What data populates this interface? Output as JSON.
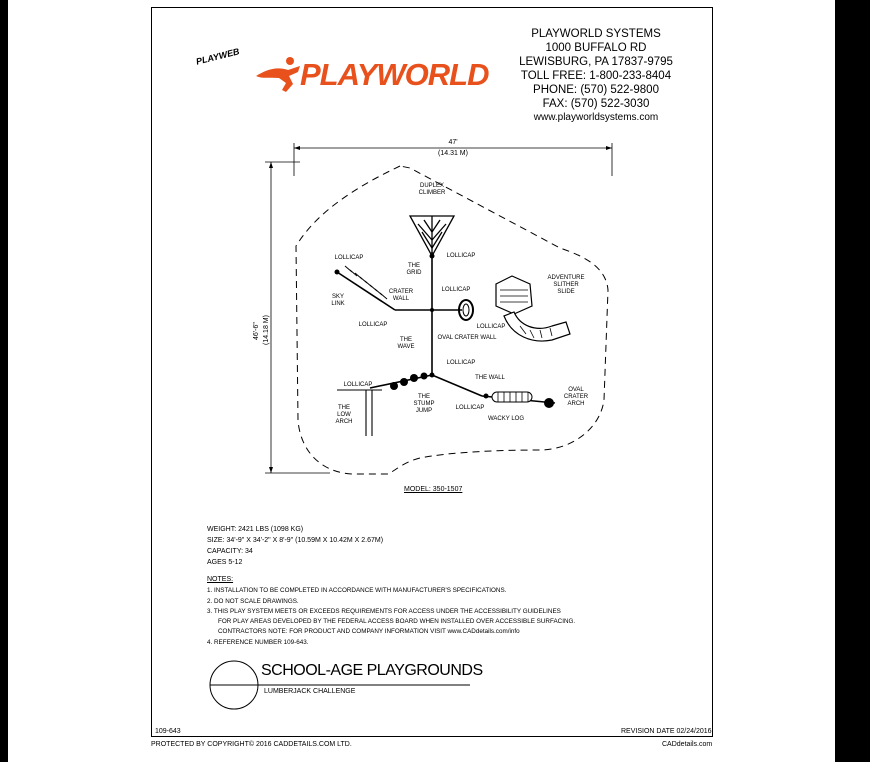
{
  "logo": {
    "badge": "PLAYWEB",
    "brand": "PLAYWORLD"
  },
  "company": {
    "name": "PLAYWORLD SYSTEMS",
    "address1": "1000 BUFFALO RD",
    "address2": "LEWISBURG, PA 17837-9795",
    "tollfree": "TOLL FREE: 1-800-233-8404",
    "phone": "PHONE: (570) 522-9800",
    "fax": "FAX: (570) 522-3030",
    "web": "www.playworldsystems.com"
  },
  "dims": {
    "width_ft": "47'",
    "width_m": "(14.31 M)",
    "height_ft": "46'-6\"",
    "height_m": "(14.18 M)"
  },
  "components": {
    "duplex_climber": [
      "DUPLEX",
      "CLIMBER"
    ],
    "lollicap_top": "LOLLICAP",
    "lollicap_left": "LOLLICAP",
    "the_grid": [
      "THE",
      "GRID"
    ],
    "crater_wall": [
      "CRATER",
      "WALL"
    ],
    "lollicap_mid": "LOLLICAP",
    "adventure_slither_slide": [
      "ADVENTURE",
      "SLITHER",
      "SLIDE"
    ],
    "sky_link": [
      "SKY",
      "LINK"
    ],
    "lollicap_lower_left": "LOLLICAP",
    "lollicap_right": "LOLLICAP",
    "the_wave": [
      "THE",
      "WAVE"
    ],
    "oval_crater_wall": "OVAL CRATER WALL",
    "lollicap_center": "LOLLICAP",
    "lollicap_bottom_left": "LOLLICAP",
    "the_wall": "THE WALL",
    "oval_crater_arch": [
      "OVAL",
      "CRATER",
      "ARCH"
    ],
    "the_low_arch": [
      "THE",
      "LOW",
      "ARCH"
    ],
    "the_stump_jump": [
      "THE",
      "STUMP",
      "JUMP"
    ],
    "lollicap_bottom": "LOLLICAP",
    "wacky_log": "WACKY LOG"
  },
  "model": "MODEL: 350-1507",
  "specs": {
    "weight": "WEIGHT: 2421 LBS (1098 KG)",
    "size": "SIZE: 34'-9\" X 34'-2\" X 8'-9\" (10.59M X 10.42M X 2.67M)",
    "capacity": "CAPACITY: 34",
    "ages": "AGES 5-12"
  },
  "notes": {
    "heading": "NOTES:",
    "n1": "1.  INSTALLATION TO BE COMPLETED IN ACCORDANCE WITH MANUFACTURER'S SPECIFICATIONS.",
    "n2": "2.  DO NOT SCALE DRAWINGS.",
    "n3a": "3.  THIS PLAY SYSTEM MEETS OR EXCEEDS REQUIREMENTS FOR ACCESS UNDER THE ACCESSIBILITY GUIDELINES",
    "n3b": "FOR PLAY AREAS DEVELOPED BY THE FEDERAL ACCESS BOARD WHEN INSTALLED OVER ACCESSIBLE SURFACING.",
    "n3c": "CONTRACTORS NOTE: FOR PRODUCT AND COMPANY INFORMATION VISIT www.CADdetails.com/info",
    "n4": "4.  REFERENCE NUMBER 109-643."
  },
  "title_block": {
    "title": "SCHOOL-AGE PLAYGROUNDS",
    "subtitle": "LUMBERJACK CHALLENGE"
  },
  "footer": {
    "ref": "109-643",
    "revision": "REVISION DATE 02/24/2016",
    "copyright": "PROTECTED BY COPYRIGHT© 2016 CADDETAILS.COM LTD.",
    "site": "CADdetails.com"
  }
}
